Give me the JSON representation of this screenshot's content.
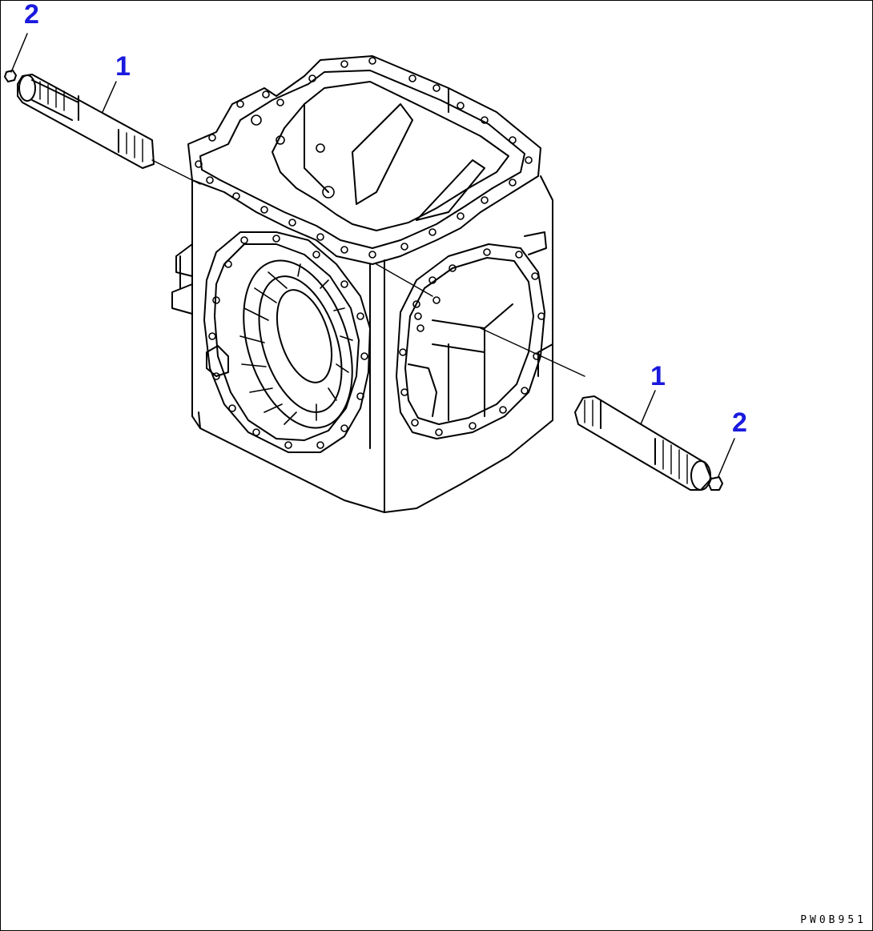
{
  "callouts": {
    "left_2": "2",
    "left_1": "1",
    "right_1": "1",
    "right_2": "2"
  },
  "parts": [
    {
      "ref": "1",
      "name": "shaft"
    },
    {
      "ref": "2",
      "name": "plug"
    }
  ],
  "drawing_code": "PW0B951",
  "colors": {
    "callout": "#1a1adf",
    "line": "#000000",
    "background": "#ffffff"
  }
}
